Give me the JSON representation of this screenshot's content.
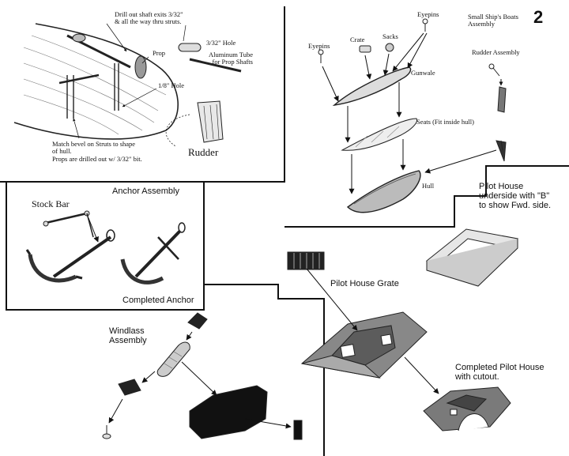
{
  "page_number": "2",
  "prop_section": {
    "drill_note": "Drill out shaft exits 3/32\"\n& all the way thru struts.",
    "prop": "Prop",
    "hole_332": "3/32\" Hole",
    "aluminum_tube": "Aluminum Tube\nfor Prop Shafts",
    "hole_18": "1/8\" Hole",
    "match_bevel": "Match bevel on Struts to shape\nof hull.\nProps are drilled out w/ 3/32\" bit.",
    "rudder": "Rudder"
  },
  "boats_section": {
    "eyepins_left": "Eyepins",
    "crate": "Crate",
    "sacks": "Sacks",
    "eyepins_top": "Eyepins",
    "title": "Small Ship's Boats\nAssembly",
    "rudder_assembly": "Rudder Assembly",
    "gunwale": "Gunwale",
    "seats": "Seats (Fit inside hull)",
    "hull": "Hull"
  },
  "anchor_section": {
    "title": "Anchor Assembly",
    "stock_bar": "Stock Bar",
    "completed": "Completed Anchor"
  },
  "windlass_section": {
    "title": "Windlass\nAssembly"
  },
  "pilot_section": {
    "underside": "Pilot House\nunderside with \"B\"\nto show Fwd. side.",
    "grate": "Pilot House Grate",
    "completed": "Completed Pilot House\nwith cutout."
  }
}
